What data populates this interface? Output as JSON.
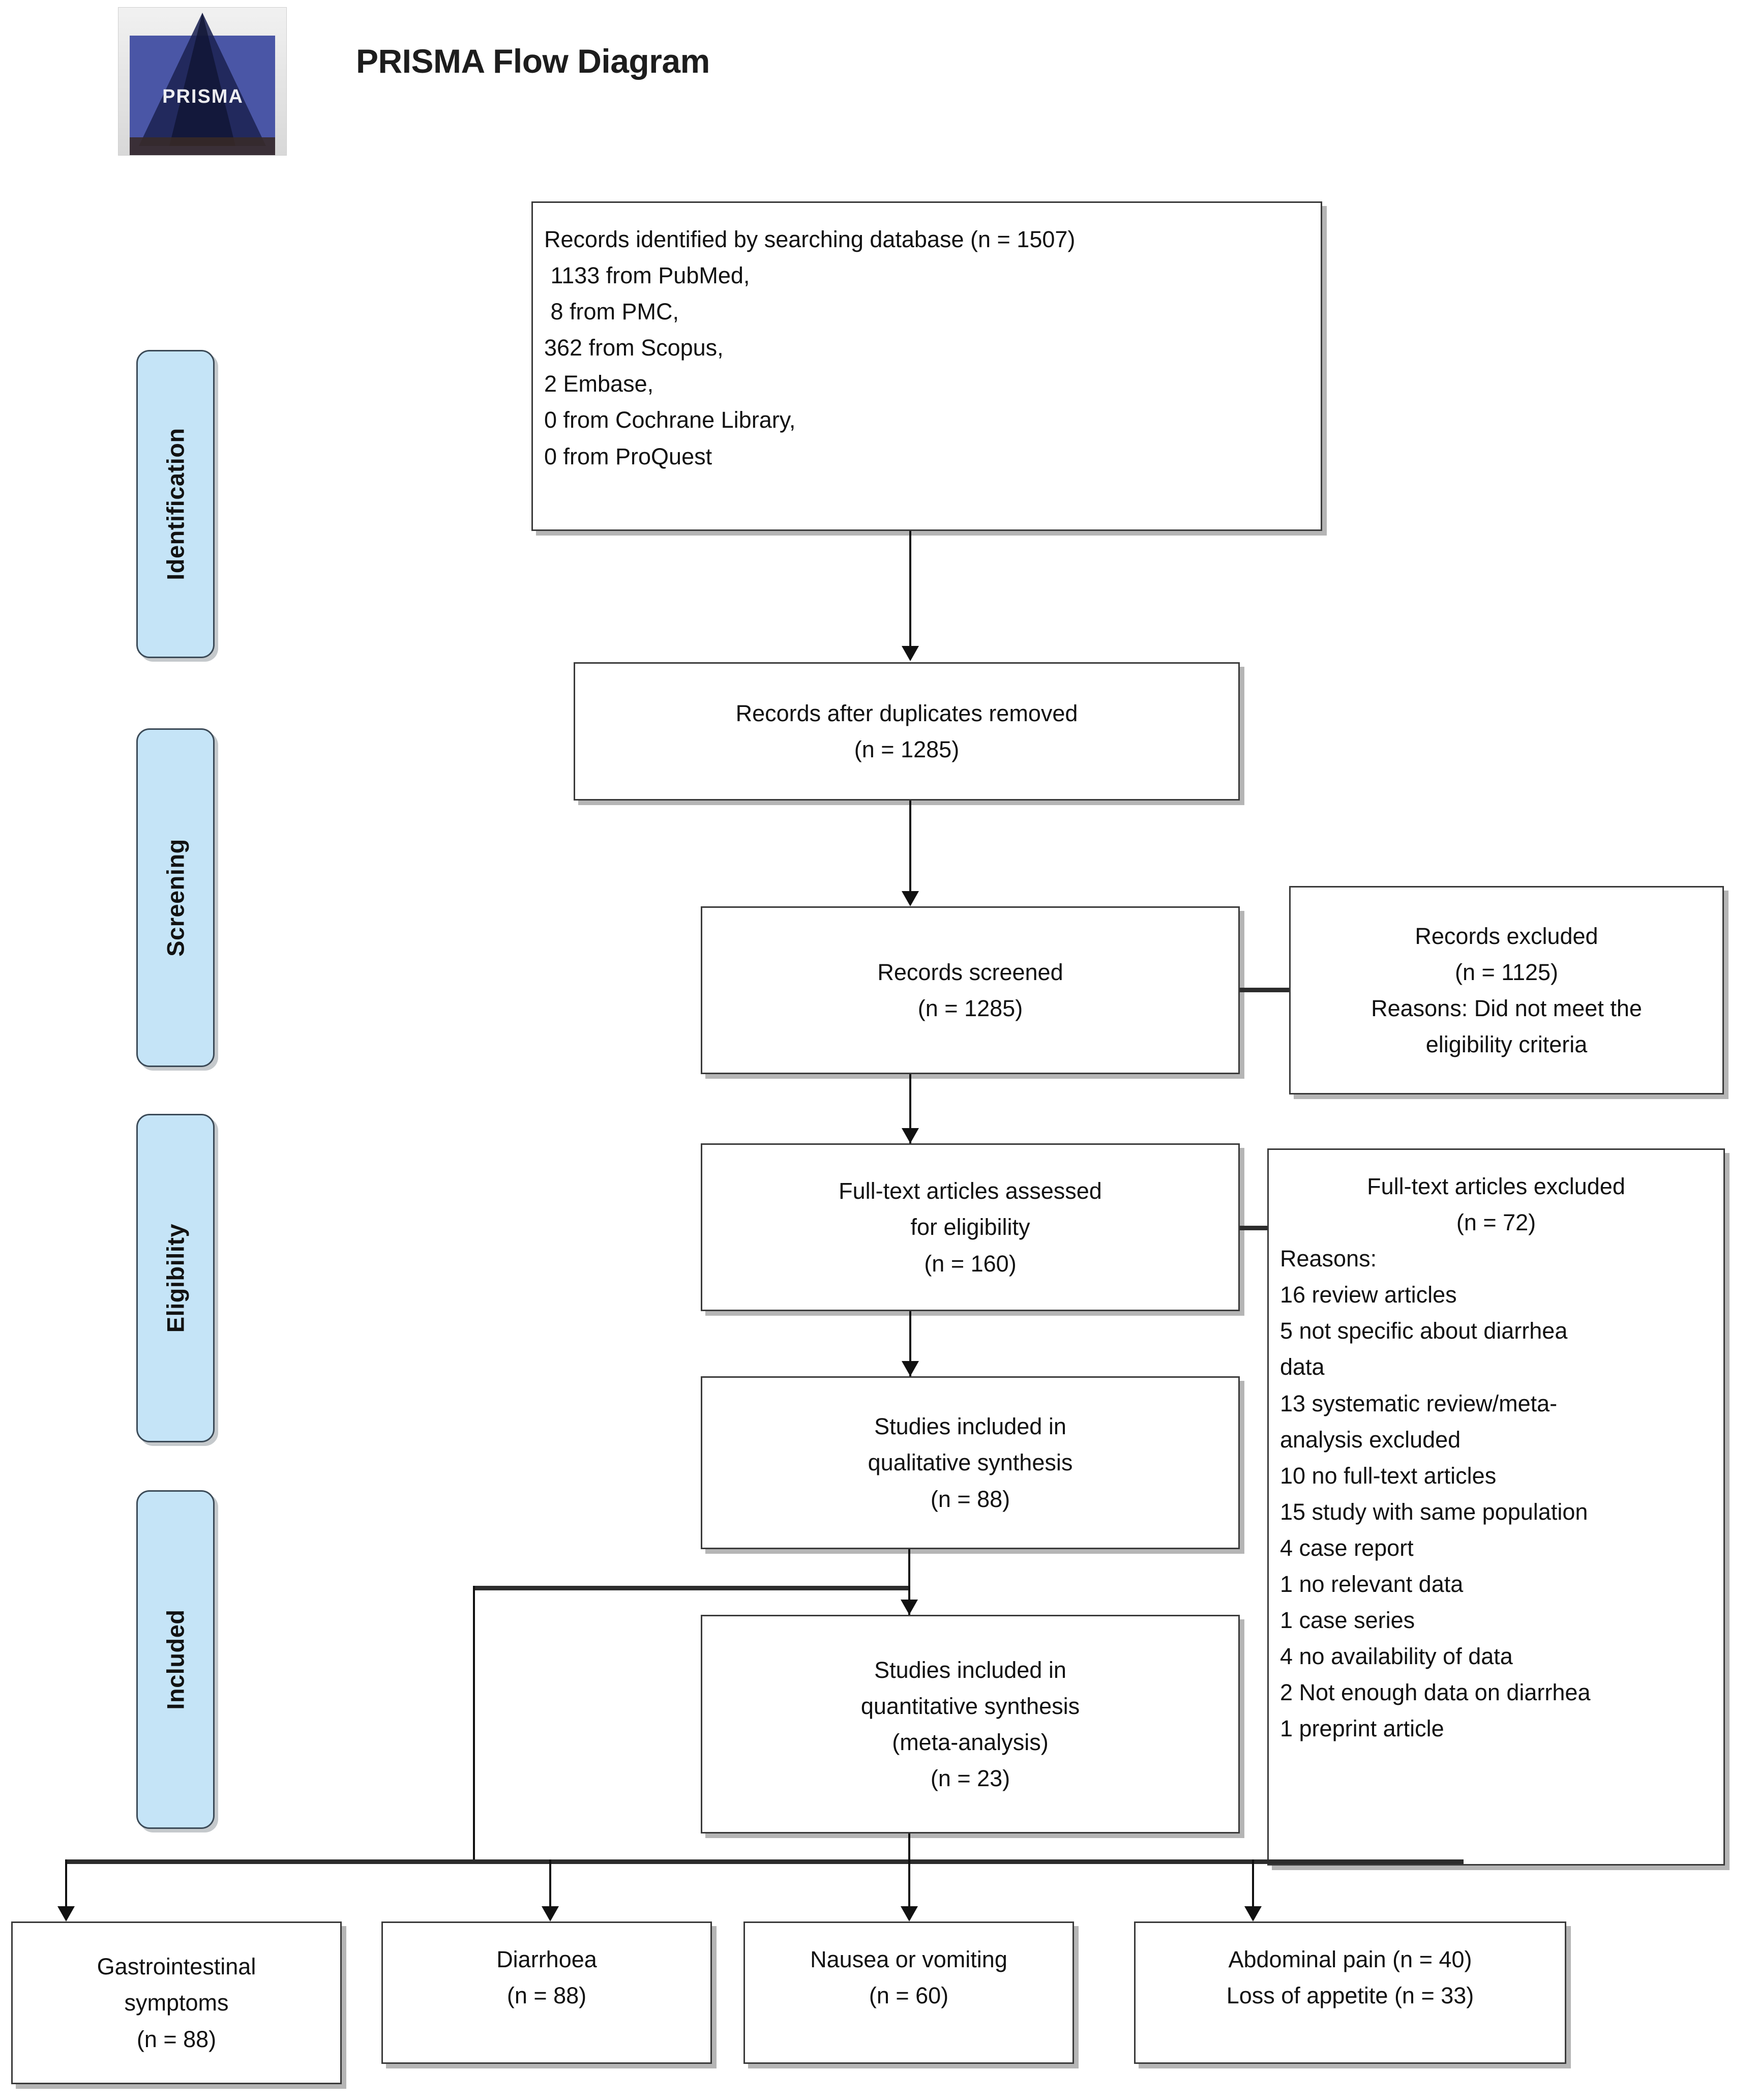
{
  "header": {
    "title": "PRISMA Flow Diagram",
    "logo_word": "PRISMA",
    "logo_alt": "prisma-logo"
  },
  "phases": [
    {
      "id": "identification",
      "label": "Identification"
    },
    {
      "id": "screening",
      "label": "Screening"
    },
    {
      "id": "eligibility",
      "label": "Eligibility"
    },
    {
      "id": "included",
      "label": "Included"
    }
  ],
  "boxes": {
    "records_identified": {
      "lines": [
        "Records identified by searching database (n = 1507)",
        " 1133 from PubMed,",
        " 8 from PMC,",
        "362 from Scopus,",
        "2 Embase,",
        "0 from Cochrane Library,",
        "0 from ProQuest"
      ]
    },
    "duplicates_removed": {
      "lines": [
        "Records after duplicates removed",
        "(n = 1285)"
      ]
    },
    "records_screened": {
      "lines": [
        "Records screened",
        "(n = 1285)"
      ]
    },
    "records_excluded": {
      "lines": [
        "Records excluded",
        "(n = 1125)",
        "Reasons: Did not meet the",
        "eligibility criteria"
      ]
    },
    "fulltext_assessed": {
      "lines": [
        "Full-text articles assessed",
        "for eligibility",
        "(n = 160)"
      ]
    },
    "fulltext_excluded": {
      "heading": [
        "Full-text articles excluded",
        "(n = 72)"
      ],
      "lines": [
        "Reasons:",
        "16 review articles",
        "5 not specific about diarrhea",
        "data",
        "13 systematic review/meta-",
        "analysis excluded",
        "10 no full-text articles",
        "15 study with same population",
        "4 case report",
        "1 no relevant data",
        "1 case series",
        "4 no availability of data",
        "2 Not enough data on diarrhea",
        "1 preprint article"
      ]
    },
    "qualitative_synthesis": {
      "lines": [
        "Studies included in",
        "qualitative synthesis",
        "(n = 88)"
      ]
    },
    "quantitative_synthesis": {
      "lines": [
        "Studies included in",
        "quantitative synthesis",
        "(meta-analysis)",
        "(n = 23)"
      ]
    },
    "outcome_gi": {
      "lines": [
        "Gastrointestinal",
        "symptoms",
        "(n = 88)"
      ]
    },
    "outcome_diarrhoea": {
      "lines": [
        "Diarrhoea",
        "(n = 88)"
      ]
    },
    "outcome_nausea": {
      "lines": [
        "Nausea or vomiting",
        "(n = 60)"
      ]
    },
    "outcome_abdominal": {
      "lines": [
        "Abdominal pain (n = 40)",
        "Loss of appetite (n = 33)"
      ]
    }
  },
  "colors": {
    "phase_fill": "#c5e4f7",
    "phase_border": "#3b4a57",
    "box_border": "#3a3a3a",
    "connector": "#111111",
    "logo_blue": "#4a56a6"
  }
}
